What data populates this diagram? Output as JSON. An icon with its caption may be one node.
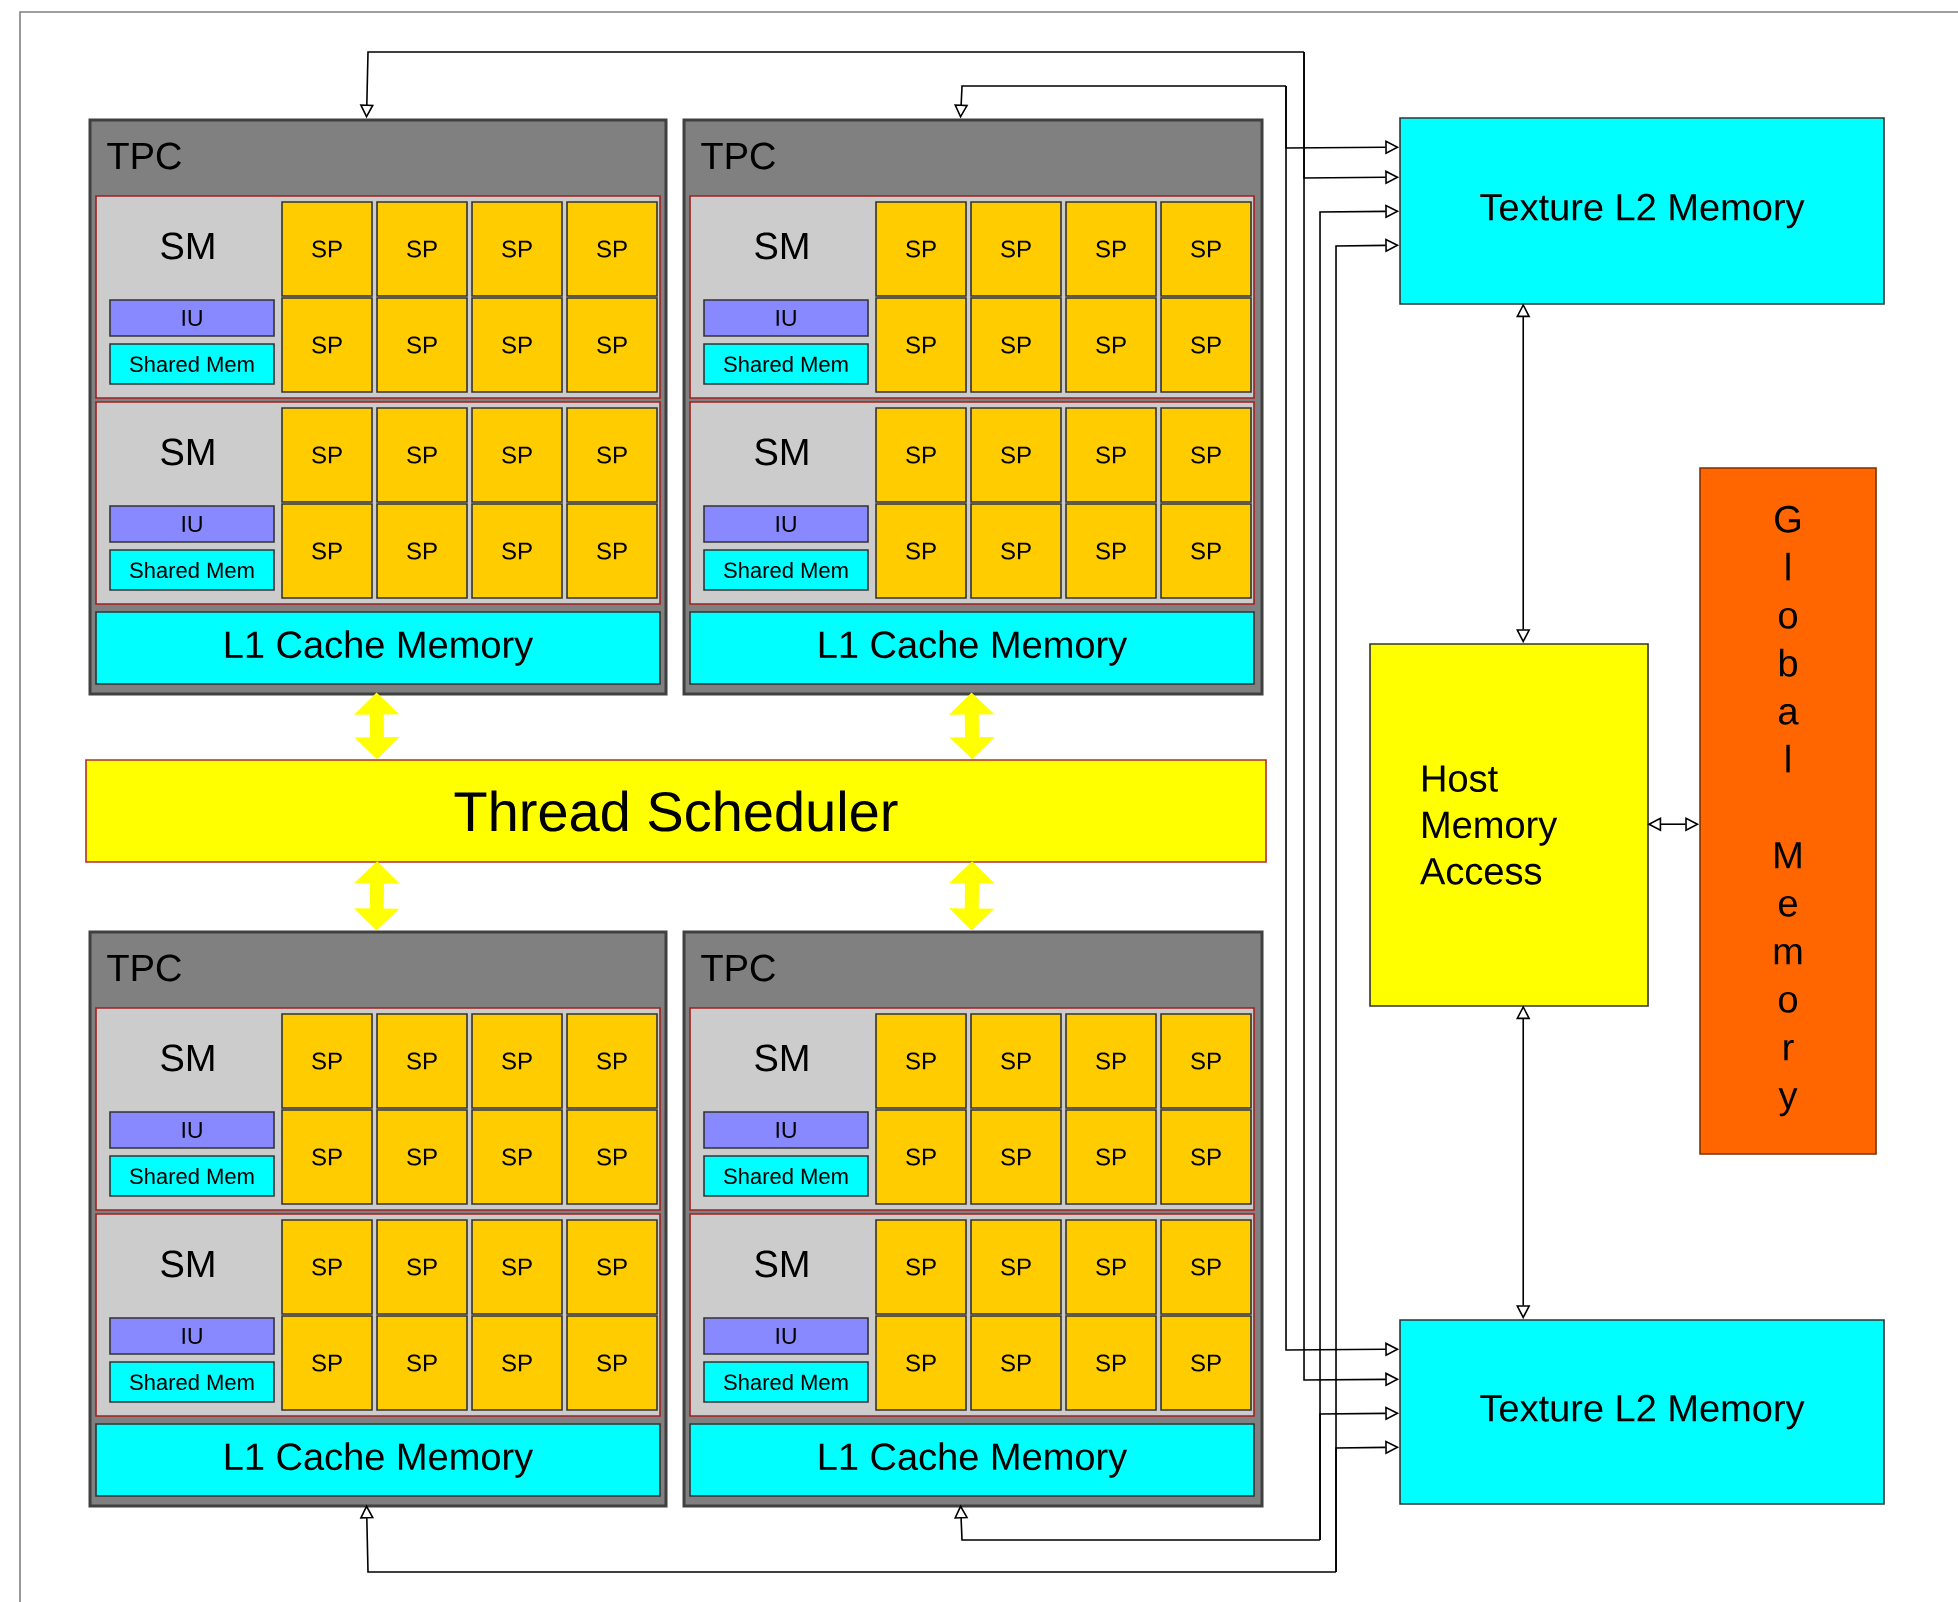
{
  "diagram": {
    "nodes": [
      {
        "text": [
          "TPC"
        ]
      },
      {
        "text": [
          "SM"
        ],
        "in": 0
      },
      {
        "text": [
          "IU"
        ],
        "in": 1
      },
      {
        "text": [
          "Shared Mem"
        ],
        "in": 1
      },
      {
        "text": [
          "SP"
        ],
        "in": 1
      },
      {
        "text": [
          "SP"
        ],
        "in": 1
      },
      {
        "text": [
          "SP"
        ],
        "in": 1
      },
      {
        "text": [
          "SP"
        ],
        "in": 1
      },
      {
        "text": [
          "SP"
        ],
        "in": 1
      },
      {
        "text": [
          "SP"
        ],
        "in": 1
      },
      {
        "text": [
          "SP"
        ],
        "in": 1
      },
      {
        "text": [
          "SP"
        ],
        "in": 1
      },
      {
        "text": [
          "SM"
        ],
        "in": 0
      },
      {
        "text": [
          "IU"
        ],
        "in": 12
      },
      {
        "text": [
          "Shared Mem"
        ],
        "in": 12
      },
      {
        "text": [
          "SP"
        ],
        "in": 12
      },
      {
        "text": [
          "SP"
        ],
        "in": 12
      },
      {
        "text": [
          "SP"
        ],
        "in": 12
      },
      {
        "text": [
          "SP"
        ],
        "in": 12
      },
      {
        "text": [
          "SP"
        ],
        "in": 12
      },
      {
        "text": [
          "SP"
        ],
        "in": 12
      },
      {
        "text": [
          "SP"
        ],
        "in": 12
      },
      {
        "text": [
          "SP"
        ],
        "in": 12
      },
      {
        "text": [
          "L1 Cache Memory"
        ],
        "in": 0
      },
      {
        "text": [
          "TPC"
        ]
      },
      {
        "text": [
          "SM"
        ],
        "in": 24
      },
      {
        "text": [
          "IU"
        ],
        "in": 25
      },
      {
        "text": [
          "Shared Mem"
        ],
        "in": 25
      },
      {
        "text": [
          "SP"
        ],
        "in": 25
      },
      {
        "text": [
          "SP"
        ],
        "in": 25
      },
      {
        "text": [
          "SP"
        ],
        "in": 25
      },
      {
        "text": [
          "SP"
        ],
        "in": 25
      },
      {
        "text": [
          "SP"
        ],
        "in": 25
      },
      {
        "text": [
          "SP"
        ],
        "in": 25
      },
      {
        "text": [
          "SP"
        ],
        "in": 25
      },
      {
        "text": [
          "SP"
        ],
        "in": 25
      },
      {
        "text": [
          "SM"
        ],
        "in": 24
      },
      {
        "text": [
          "IU"
        ],
        "in": 36
      },
      {
        "text": [
          "Shared Mem"
        ],
        "in": 36
      },
      {
        "text": [
          "SP"
        ],
        "in": 36
      },
      {
        "text": [
          "SP"
        ],
        "in": 36
      },
      {
        "text": [
          "SP"
        ],
        "in": 36
      },
      {
        "text": [
          "SP"
        ],
        "in": 36
      },
      {
        "text": [
          "SP"
        ],
        "in": 36
      },
      {
        "text": [
          "SP"
        ],
        "in": 36
      },
      {
        "text": [
          "SP"
        ],
        "in": 36
      },
      {
        "text": [
          "SP"
        ],
        "in": 36
      },
      {
        "text": [
          "L1 Cache Memory"
        ],
        "in": 24
      },
      {
        "text": [
          "Thread Scheduler"
        ]
      },
      {
        "text": [
          "TPC"
        ]
      },
      {
        "text": [
          "SM"
        ],
        "in": 49
      },
      {
        "text": [
          "IU"
        ],
        "in": 50
      },
      {
        "text": [
          "Shared Mem"
        ],
        "in": 50
      },
      {
        "text": [
          "SP"
        ],
        "in": 50
      },
      {
        "text": [
          "SP"
        ],
        "in": 50
      },
      {
        "text": [
          "SP"
        ],
        "in": 50
      },
      {
        "text": [
          "SP"
        ],
        "in": 50
      },
      {
        "text": [
          "SP"
        ],
        "in": 50
      },
      {
        "text": [
          "SP"
        ],
        "in": 50
      },
      {
        "text": [
          "SP"
        ],
        "in": 50
      },
      {
        "text": [
          "SP"
        ],
        "in": 50
      },
      {
        "text": [
          "SM"
        ],
        "in": 49
      },
      {
        "text": [
          "IU"
        ],
        "in": 61
      },
      {
        "text": [
          "Shared Mem"
        ],
        "in": 61
      },
      {
        "text": [
          "SP"
        ],
        "in": 61
      },
      {
        "text": [
          "SP"
        ],
        "in": 61
      },
      {
        "text": [
          "SP"
        ],
        "in": 61
      },
      {
        "text": [
          "SP"
        ],
        "in": 61
      },
      {
        "text": [
          "SP"
        ],
        "in": 61
      },
      {
        "text": [
          "SP"
        ],
        "in": 61
      },
      {
        "text": [
          "SP"
        ],
        "in": 61
      },
      {
        "text": [
          "SP"
        ],
        "in": 61
      },
      {
        "text": [
          "L1 Cache Memory"
        ],
        "in": 49
      },
      {
        "text": [
          "TPC"
        ]
      },
      {
        "text": [
          "SM"
        ],
        "in": 73
      },
      {
        "text": [
          "IU"
        ],
        "in": 74
      },
      {
        "text": [
          "Shared Mem"
        ],
        "in": 74
      },
      {
        "text": [
          "SP"
        ],
        "in": 74
      },
      {
        "text": [
          "SP"
        ],
        "in": 74
      },
      {
        "text": [
          "SP"
        ],
        "in": 74
      },
      {
        "text": [
          "SP"
        ],
        "in": 74
      },
      {
        "text": [
          "SP"
        ],
        "in": 74
      },
      {
        "text": [
          "SP"
        ],
        "in": 74
      },
      {
        "text": [
          "SP"
        ],
        "in": 74
      },
      {
        "text": [
          "SP"
        ],
        "in": 74
      },
      {
        "text": [
          "SM"
        ],
        "in": 73
      },
      {
        "text": [
          "IU"
        ],
        "in": 85
      },
      {
        "text": [
          "Shared Mem"
        ],
        "in": 85
      },
      {
        "text": [
          "SP"
        ],
        "in": 85
      },
      {
        "text": [
          "SP"
        ],
        "in": 85
      },
      {
        "text": [
          "SP"
        ],
        "in": 85
      },
      {
        "text": [
          "SP"
        ],
        "in": 85
      },
      {
        "text": [
          "SP"
        ],
        "in": 85
      },
      {
        "text": [
          "SP"
        ],
        "in": 85
      },
      {
        "text": [
          "SP"
        ],
        "in": 85
      },
      {
        "text": [
          "SP"
        ],
        "in": 85
      },
      {
        "text": [
          "L1 Cache Memory"
        ],
        "in": 73
      },
      {
        "text": [
          "Texture L2 Memory"
        ]
      },
      {
        "text": [
          "Host Memory Access"
        ]
      },
      {
        "text": [
          "Global Memory"
        ]
      },
      {
        "text": [
          "Texture L2 Memory"
        ]
      }
    ],
    "edges": [
      {
        "from": 0,
        "to": 48,
        "arrow": "both",
        "style": "thick",
        "color": "#ffff00"
      },
      {
        "from": 24,
        "to": 48,
        "arrow": "both",
        "style": "thick",
        "color": "#ffff00"
      },
      {
        "from": 48,
        "to": 49,
        "arrow": "both",
        "style": "thick",
        "color": "#ffff00"
      },
      {
        "from": 48,
        "to": 73,
        "arrow": "both",
        "style": "thick",
        "color": "#ffff00"
      },
      {
        "from": 0,
        "to": 97,
        "arrow": "both"
      },
      {
        "from": 0,
        "to": 100,
        "arrow": "both"
      },
      {
        "from": 24,
        "to": 97,
        "arrow": "both"
      },
      {
        "from": 24,
        "to": 100,
        "arrow": "both"
      },
      {
        "from": 49,
        "to": 97,
        "arrow": "both"
      },
      {
        "from": 49,
        "to": 100,
        "arrow": "both"
      },
      {
        "from": 73,
        "to": 97,
        "arrow": "both"
      },
      {
        "from": 73,
        "to": 100,
        "arrow": "both"
      },
      {
        "from": 97,
        "to": 98,
        "arrow": "both"
      },
      {
        "from": 98,
        "to": 100,
        "arrow": "both"
      },
      {
        "from": 98,
        "to": 99,
        "arrow": "both"
      }
    ]
  }
}
